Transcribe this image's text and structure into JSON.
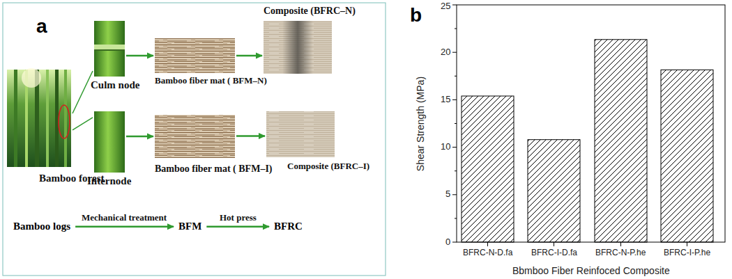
{
  "diagram": {
    "nodes": [
      {
        "text": [
          "Bamboo forest"
        ]
      },
      {
        "text": [
          "Culm node"
        ]
      },
      {
        "text": [
          "Internode"
        ]
      },
      {
        "text": [
          "Bamboo fiber mat ( BFM–N)"
        ]
      },
      {
        "text": [
          "Composite (BFRC–N)"
        ]
      },
      {
        "text": [
          "Bamboo fiber mat ( BFM–I)"
        ]
      },
      {
        "text": [
          "Composite (BFRC–I)"
        ]
      },
      {
        "text": [
          "Bamboo logs"
        ]
      },
      {
        "text": [
          "BFM"
        ]
      },
      {
        "text": [
          "BFRC"
        ]
      }
    ],
    "edges": [
      {
        "from": 0,
        "to": 1,
        "arrow": "none"
      },
      {
        "from": 0,
        "to": 2,
        "arrow": "none"
      },
      {
        "from": 1,
        "to": 3,
        "arrow": "to"
      },
      {
        "from": 3,
        "to": 4,
        "arrow": "to"
      },
      {
        "from": 2,
        "to": 5,
        "arrow": "to"
      },
      {
        "from": 5,
        "to": 6,
        "arrow": "to"
      },
      {
        "from": 7,
        "to": 8,
        "label": "Mechanical treatment",
        "arrow": "to"
      },
      {
        "from": 8,
        "to": 9,
        "label": "Hot press",
        "arrow": "to"
      }
    ],
    "labels": [
      "a",
      "b",
      "Shear Strength (MPa)",
      "Bbmboo Fiber Reinfoced Composite",
      "0",
      "5",
      "10",
      "15",
      "20",
      "25",
      "BFRC-N-D.fa",
      "BFRC-I-D.fa",
      "BFRC-N-P.he",
      "BFRC-I-P.he"
    ]
  }
}
